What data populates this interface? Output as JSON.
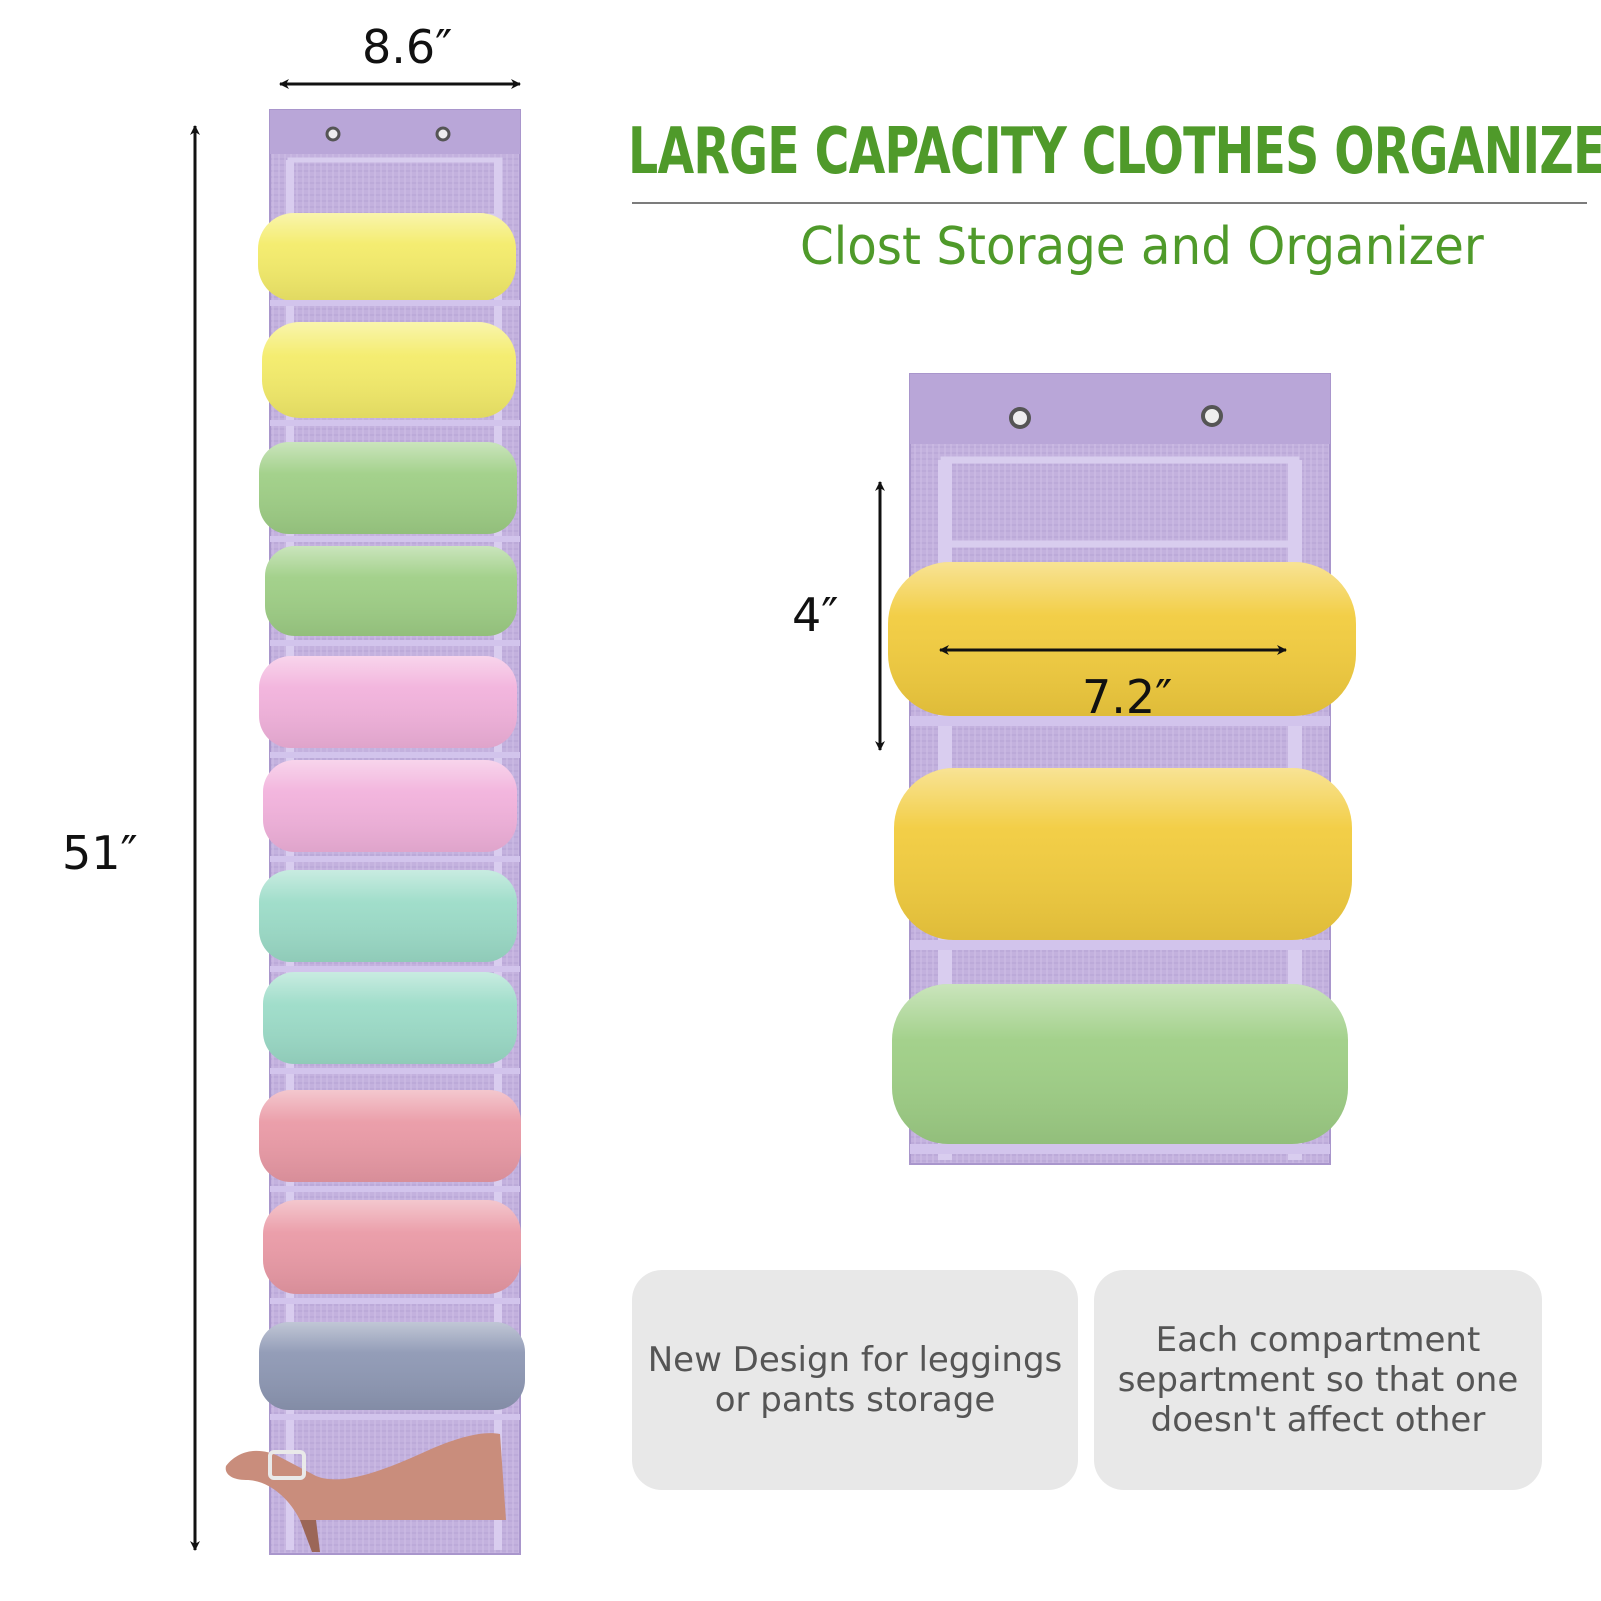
{
  "headline": {
    "title": "LARGE CAPACITY CLOTHES ORGANIZER",
    "subtitle": "Clost Storage and Organizer"
  },
  "dimensions": {
    "width": "8.6″",
    "height": "51″",
    "pocket_height": "4″",
    "pocket_width": "7.2″"
  },
  "features": [
    {
      "text": "New Design for leggings or pants storage"
    },
    {
      "text": "Each compartment separtment so that one doesn't affect other"
    }
  ],
  "colors": {
    "accent_green": "#4f9a2a",
    "organizer_purple": "#c0aedc",
    "roll_yellow": "#f4ec6a",
    "roll_gold": "#f2cc3e",
    "roll_green": "#9fcf86",
    "roll_pink": "#f2b2dc",
    "roll_mint": "#9cdcc8",
    "roll_rose": "#ea9aa6",
    "roll_slate": "#8e98b4",
    "box_grey": "#e8e8e8"
  }
}
